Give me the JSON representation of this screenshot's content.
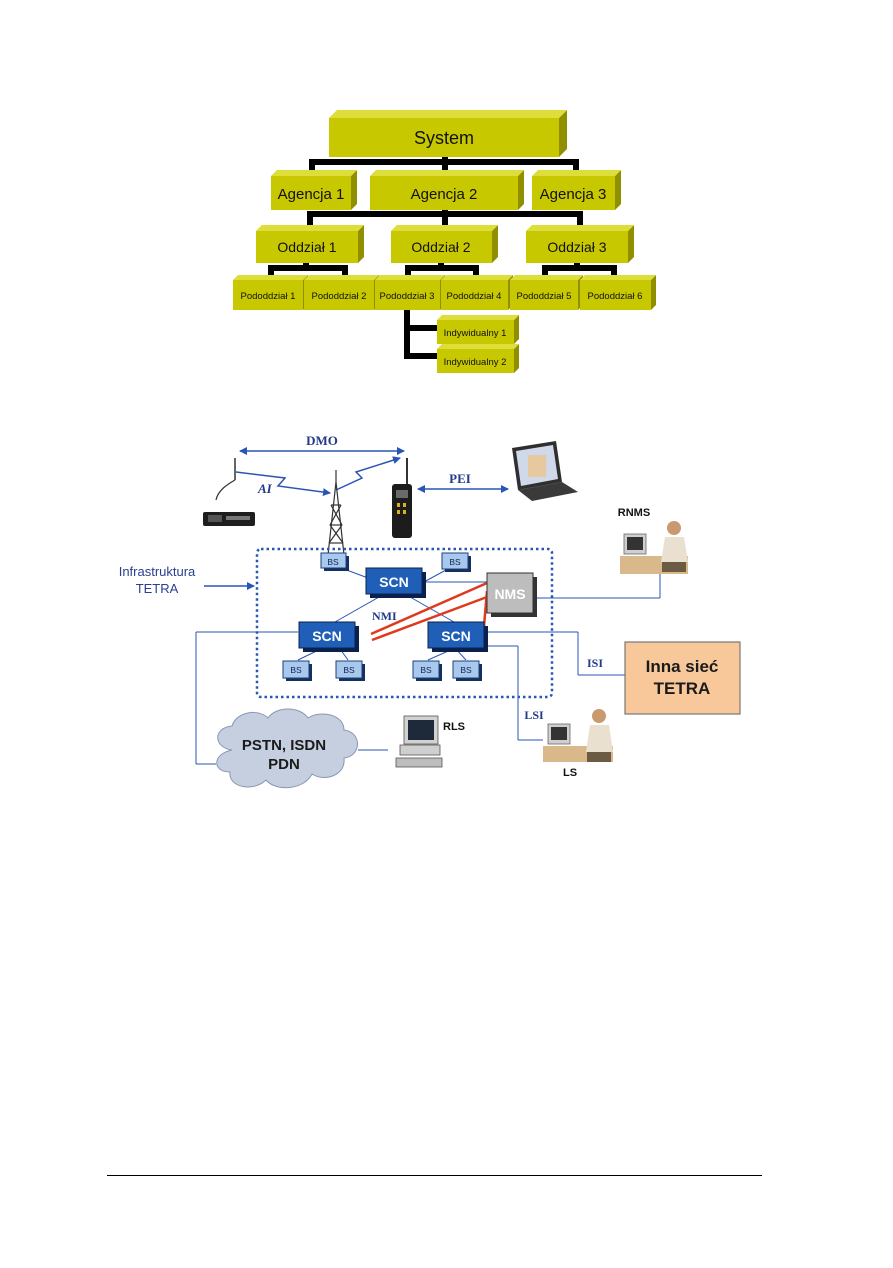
{
  "hierarchy": {
    "root": "System",
    "agencies": [
      "Agencja 1",
      "Agencja 2",
      "Agencja 3"
    ],
    "divisions": [
      "Oddział 1",
      "Oddział 2",
      "Oddział 3"
    ],
    "subdivisions": [
      "Pododdział 1",
      "Pododdział 2",
      "Pododdział 3",
      "Pododdział 4",
      "Pododdział 5",
      "Pododdział 6"
    ],
    "individuals": [
      "Indywidualny 1",
      "Indywidualny 2"
    ],
    "colors": {
      "box_face": "#c8c800",
      "box_side": "#8f8f00",
      "box_top": "#dede3a",
      "connector": "#000000"
    }
  },
  "network": {
    "dmo_label": "DMO",
    "ai_label": "AI",
    "pei_label": "PEI",
    "nmi_label": "NMI",
    "isi_label": "ISI",
    "lsi_label": "LSI",
    "infra_label_line1": "Infrastruktura",
    "infra_label_line2": "TETRA",
    "scn_label": "SCN",
    "bs_label": "BS",
    "nms_label": "NMS",
    "rnms_label": "RNMS",
    "rls_label": "RLS",
    "ls_label": "LS",
    "other_net_line1": "Inna sieć",
    "other_net_line2": "TETRA",
    "cloud_line1": "PSTN, ISDN",
    "cloud_line2": "PDN",
    "colors": {
      "link": "#2a55b5",
      "scn_fill": "#1f5fb8",
      "bs_fill": "#a9c8ee",
      "nms_fill": "#bdbdbd",
      "nmi_link": "#e03a1e",
      "other_net_fill": "#f8c89a",
      "cloud_fill": "#c5cfe0"
    }
  }
}
